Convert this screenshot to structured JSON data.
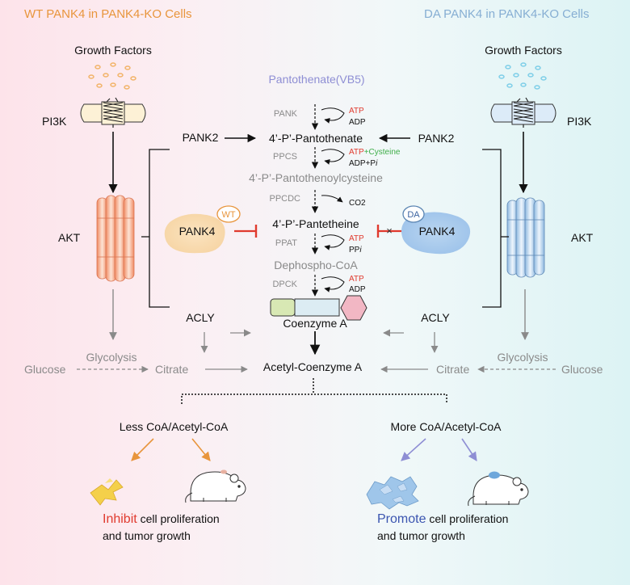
{
  "titles": {
    "left": "WT PANK4 in PANK4-KO Cells",
    "right": "DA PANK4 in PANK4-KO Cells"
  },
  "left": {
    "growth_factors": "Growth Factors",
    "pi3k": "PI3K",
    "akt": "AKT",
    "pank2": "PANK2",
    "acly": "ACLY",
    "pank4": "PANK4",
    "badge": "WT",
    "glucose": "Glucose",
    "glycolysis": "Glycolysis",
    "citrate": "Citrate",
    "outcome": "Less CoA/Acetyl-CoA",
    "effect_word": "Inhibit",
    "effect_rest": " cell proliferation",
    "effect_line2": "and tumor growth"
  },
  "right": {
    "growth_factors": "Growth Factors",
    "pi3k": "PI3K",
    "akt": "AKT",
    "pank2": "PANK2",
    "acly": "ACLY",
    "pank4": "PANK4",
    "badge": "DA",
    "glucose": "Glucose",
    "glycolysis": "Glycolysis",
    "citrate": "Citrate",
    "outcome": "More CoA/Acetyl-CoA",
    "effect_word": "Promote",
    "effect_rest": " cell proliferation",
    "effect_line2": "and tumor growth"
  },
  "pathway": {
    "start": "Pantothenate(VB5)",
    "intermediates": [
      "4’-P’-Pantothenate",
      "4’-P’-Pantothenoylcysteine",
      "4’-P’-Pantetheine",
      "Dephospho-CoA",
      "Coenzyme A",
      "Acetyl-Coenzyme A"
    ],
    "steps": [
      {
        "enzyme": "PANK",
        "in": "ATP",
        "out": "ADP"
      },
      {
        "enzyme": "PPCS",
        "in": "ATP",
        "in_extra": "+Cysteine",
        "out": "ADP+P",
        "out_italic": "i"
      },
      {
        "enzyme": "PPCDC",
        "out": "CO2"
      },
      {
        "enzyme": "PPAT",
        "in": "ATP",
        "out": "PP",
        "out_italic": "i"
      },
      {
        "enzyme": "DPCK",
        "in": "ATP",
        "out": "ADP"
      }
    ],
    "inhibition_mark": "×"
  },
  "colors": {
    "orange": "#e8953c",
    "blue": "#86aed3",
    "red": "#e03a2e",
    "green": "#3fae49",
    "violet": "#8e8ed4",
    "promote_blue": "#3b55b0"
  }
}
